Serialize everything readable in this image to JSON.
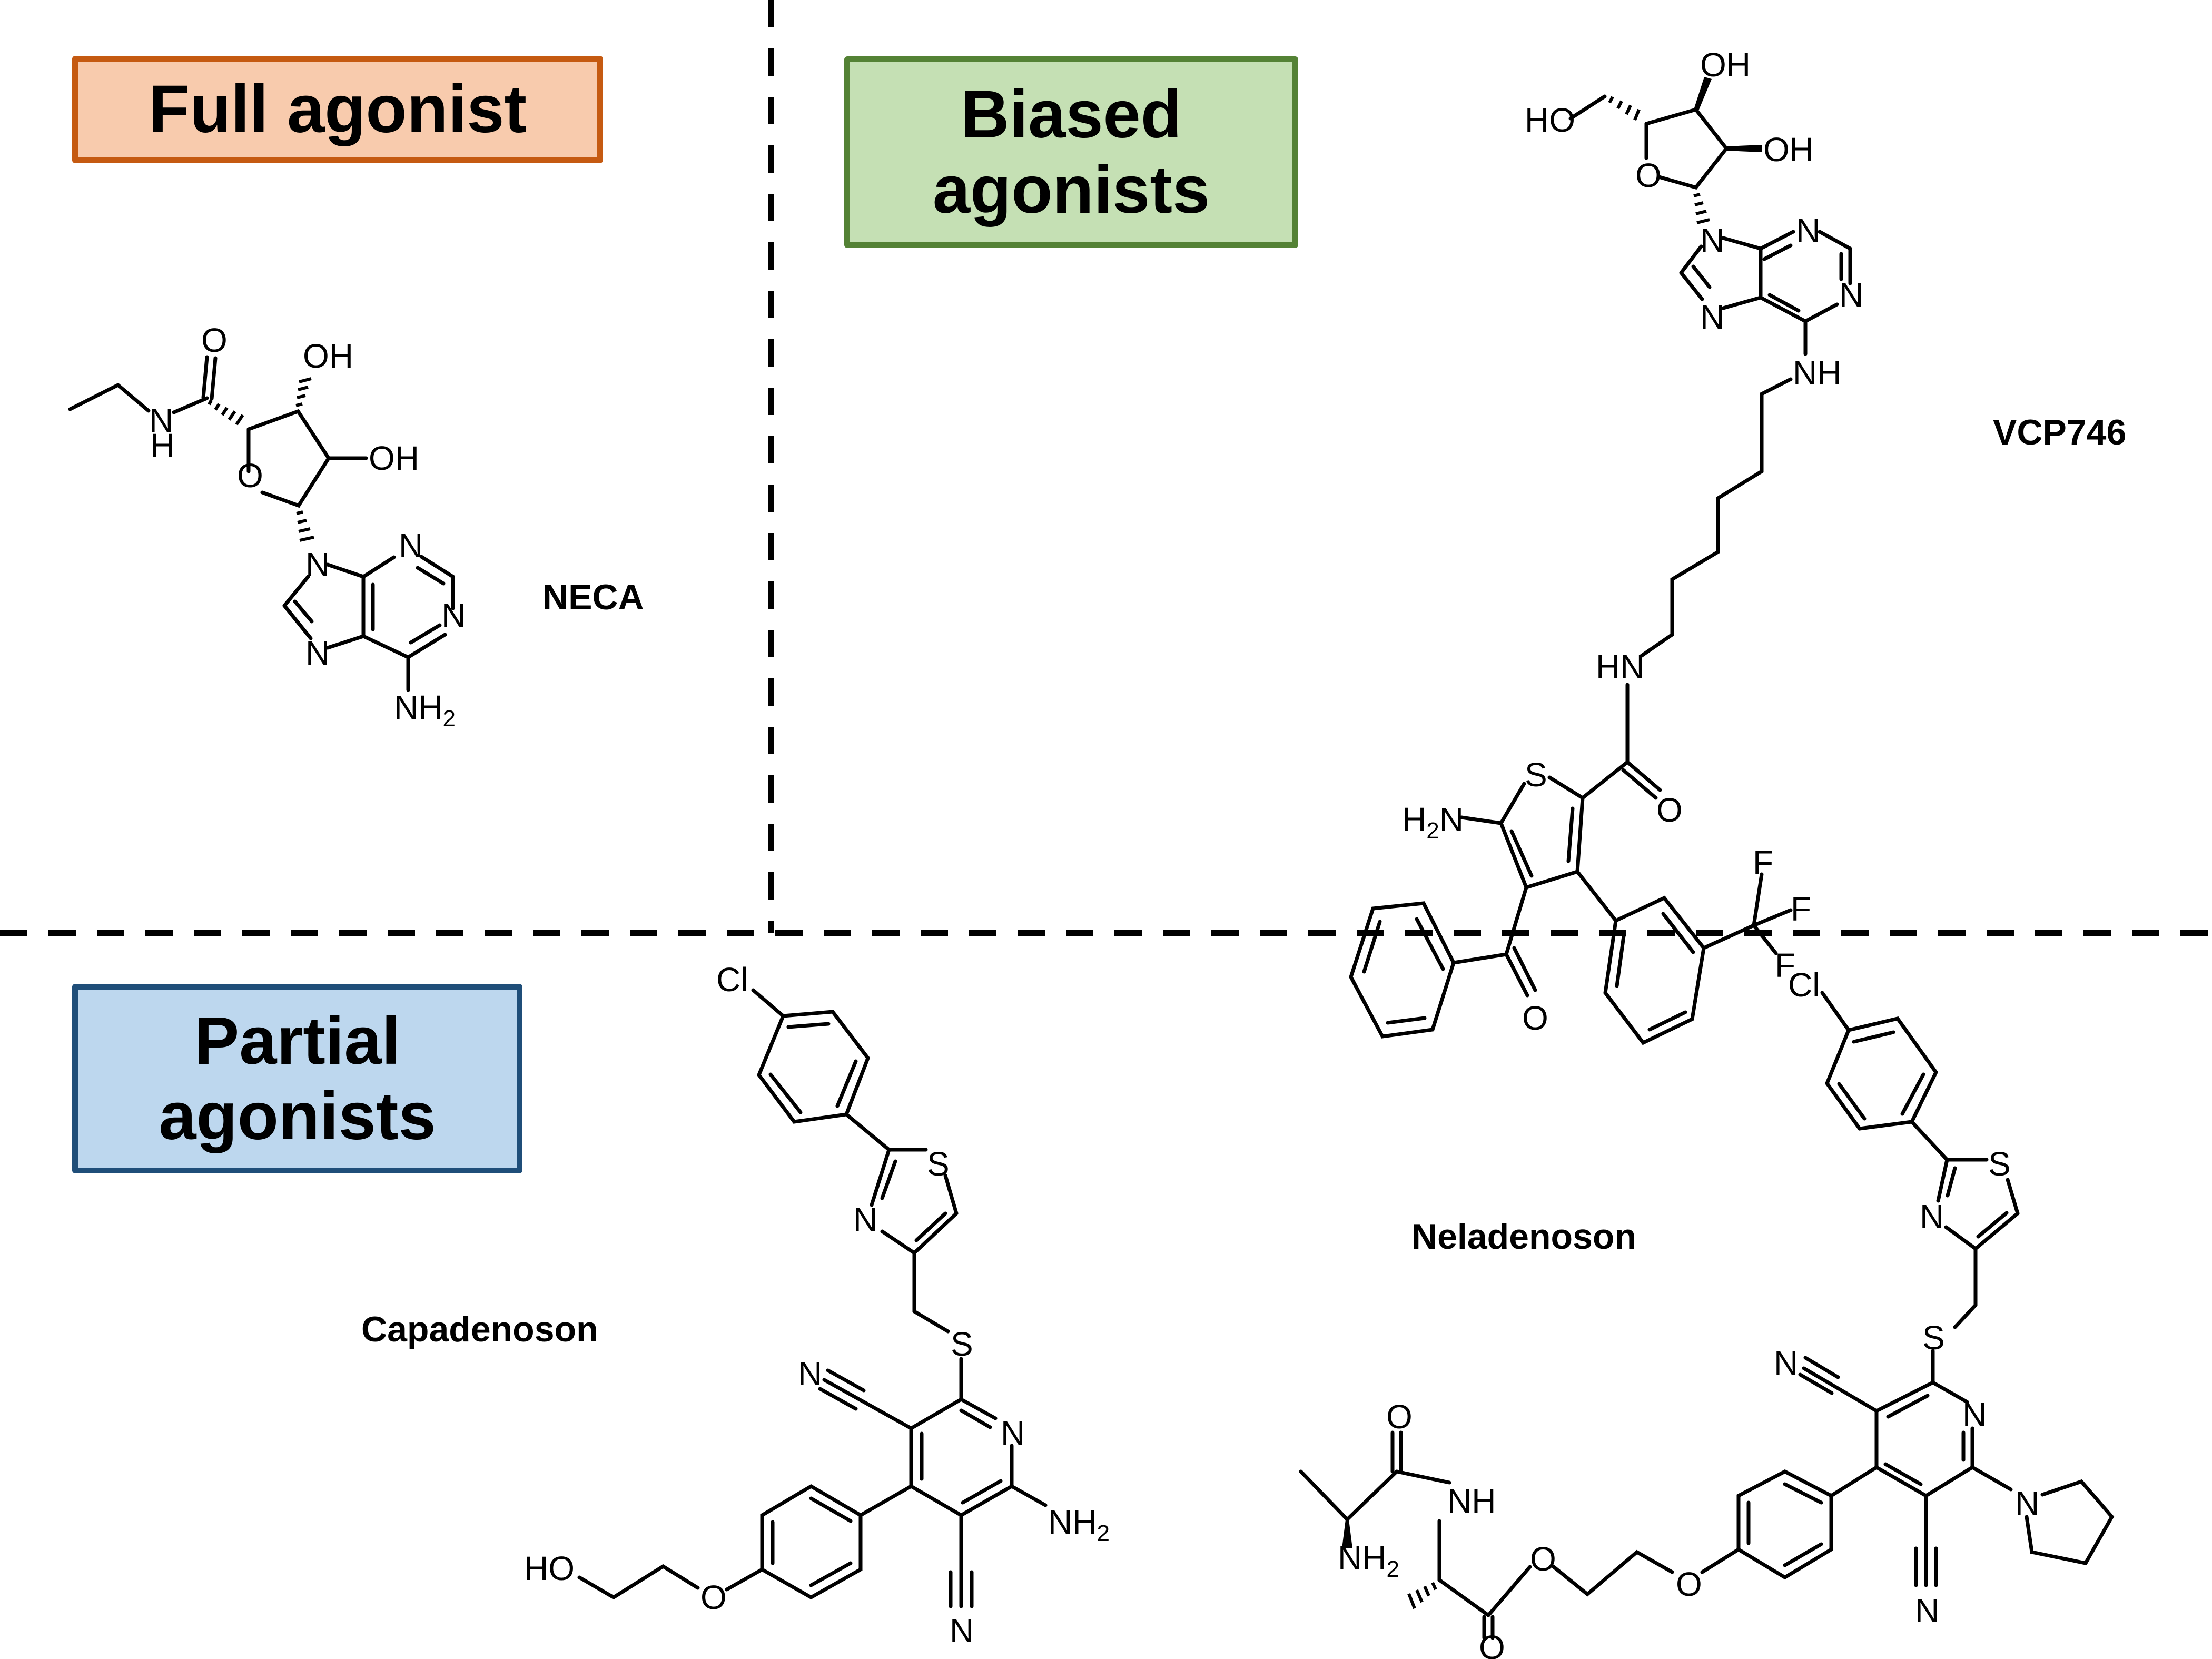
{
  "figure": {
    "sections": [
      {
        "id": "full",
        "label": "Full agonist",
        "fill": "#f8cbad",
        "border": "#c55a11"
      },
      {
        "id": "biased",
        "label": "Biased\nagonists",
        "label_lines": [
          "Biased",
          "agonists"
        ],
        "fill": "#c5e0b4",
        "border": "#548235"
      },
      {
        "id": "partial",
        "label": "Partial\nagonists",
        "label_lines": [
          "Partial",
          "agonists"
        ],
        "fill": "#bdd7ee",
        "border": "#1f4e79"
      }
    ],
    "compounds": [
      {
        "id": "neca",
        "name": "NECA",
        "section": "full",
        "atom_labels": [
          "O",
          "OH",
          "OH",
          "N",
          "H",
          "O",
          "N",
          "N",
          "N",
          "N",
          "NH2"
        ]
      },
      {
        "id": "vcp746",
        "name": "VCP746",
        "section": "biased",
        "atom_labels": [
          "HO",
          "OH",
          "OH",
          "O",
          "N",
          "N",
          "N",
          "N",
          "NH",
          "HN",
          "O",
          "S",
          "H2N",
          "O",
          "F",
          "F",
          "F"
        ]
      },
      {
        "id": "capadenoson",
        "name": "Capadenoson",
        "section": "partial",
        "atom_labels": [
          "Cl",
          "S",
          "N",
          "S",
          "N",
          "N",
          "NH2",
          "N",
          "O",
          "HO"
        ]
      },
      {
        "id": "neladenoson",
        "name": "Neladenoson",
        "section": "partial",
        "atom_labels": [
          "Cl",
          "S",
          "N",
          "S",
          "N",
          "N",
          "N",
          "N",
          "O",
          "NH",
          "NH2",
          "O",
          "O",
          "O"
        ]
      }
    ]
  }
}
